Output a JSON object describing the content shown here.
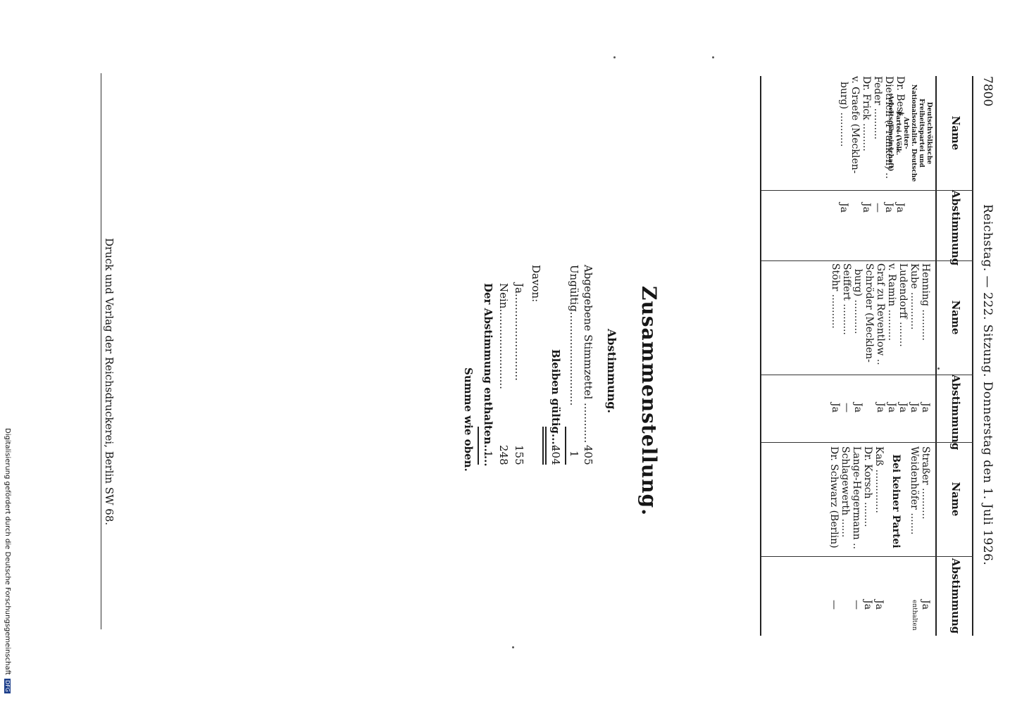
{
  "header": {
    "page_number": "7800",
    "title": "Reichstag. — 222. Sitzung. Donnerstag den 1. Juli 1926."
  },
  "table": {
    "col_name": "Name",
    "col_vote": "Abstimmung",
    "block1": {
      "party": [
        "Deutschvölkische Freiheitspartei und",
        "Nationalsozialist. Deutsche Arbeiter-",
        "Partei (Völk. Arbeitsgemeinschaft)"
      ],
      "rows": [
        {
          "name": "Dr. Best ..........",
          "vote": "Ja"
        },
        {
          "name": "Dietrich (Franken) ..",
          "vote": "Ja"
        },
        {
          "name": "Feder ..........",
          "vote": "—"
        },
        {
          "name": "Dr. Frick .........",
          "vote": "Ja"
        },
        {
          "name": "v. Graefe (Mecklen-",
          "vote": ""
        },
        {
          "name": "burg) ...........",
          "vote": "Ja"
        }
      ]
    },
    "block2": {
      "rows": [
        {
          "name": "Henning ..........",
          "vote": "Ja"
        },
        {
          "name": "Kube ............",
          "vote": "Ja"
        },
        {
          "name": "Ludendorff ........",
          "vote": "Ja"
        },
        {
          "name": "v. Ramin ..........",
          "vote": "Ja"
        },
        {
          "name": "Graf zu Reventlow ..",
          "vote": "Ja"
        },
        {
          "name": "Schröder (Mecklen-",
          "vote": ""
        },
        {
          "name": "burg) ...........",
          "vote": "Ja"
        },
        {
          "name": "Seiffert ..........",
          "vote": "—"
        },
        {
          "name": "Stöhr ...........",
          "vote": "Ja"
        }
      ]
    },
    "block3": {
      "rows": [
        {
          "name": "Straßer ..........",
          "vote": "Ja"
        },
        {
          "name": "Weidenhöfer .......",
          "vote": "enthalten"
        }
      ],
      "subhead": "Bei keiner Partei",
      "rows2": [
        {
          "name": "Kaß ..............",
          "vote": "Ja"
        },
        {
          "name": "Dr. Korsch ........",
          "vote": "Ja"
        },
        {
          "name": "Lange-Hegermann ..",
          "vote": "—"
        },
        {
          "name": "Schlagewerth ......",
          "vote": ""
        },
        {
          "name": "Dr. Schwarz (Berlin)",
          "vote": "—"
        }
      ]
    }
  },
  "summary": {
    "title": "Zusammenstellung.",
    "subtitle": "Abstimmung.",
    "rows": [
      {
        "label": "Abgegebene Stimmzettel ............",
        "value": "405"
      },
      {
        "label": "Ungültig............................",
        "value": "1"
      },
      {
        "label": "Bleiben gültig....",
        "value": "404"
      },
      {
        "label": "Davon:",
        "value": ""
      },
      {
        "label": "Ja..........................",
        "value": "155"
      },
      {
        "label": "Nein........................",
        "value": "248"
      },
      {
        "label": "Der Abstimmung enthalten......",
        "value": "1"
      },
      {
        "label": "Summe wie oben.",
        "value": ""
      }
    ]
  },
  "footer": {
    "printer": "Druck und Verlag der Reichsdruckerei, Berlin SW 68.",
    "funding": "Digitalisierung gefördert durch die Deutsche Forschungsgemeinschaft",
    "logo": "DFG"
  }
}
